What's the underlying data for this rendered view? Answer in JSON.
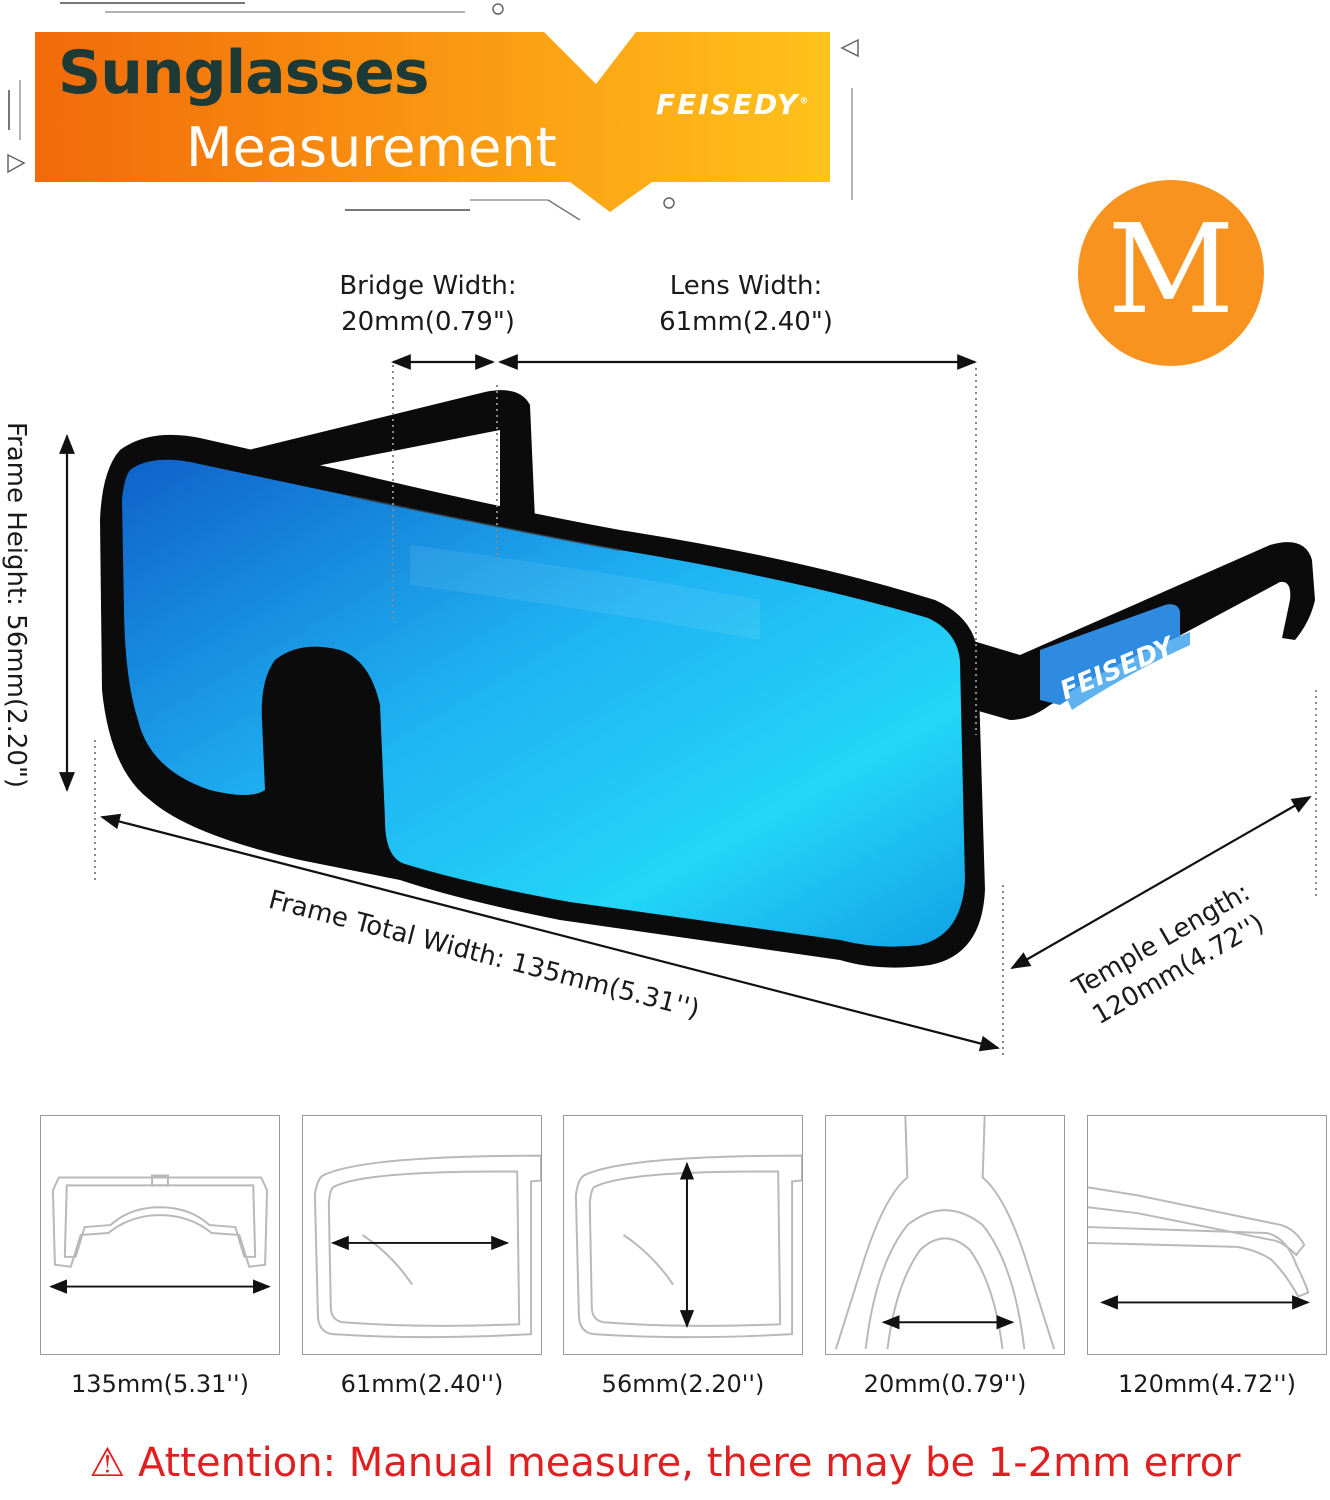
{
  "banner": {
    "title_line1": "Sunglasses",
    "title_line2": "Measurement",
    "brand": "FEISEDY",
    "brand_mark": "®",
    "gradient_start": "#f26a0a",
    "gradient_end": "#ffc21c"
  },
  "size_badge": {
    "letter": "M",
    "color": "#f7931e"
  },
  "measurements": {
    "bridge_width": {
      "label": "Bridge Width:",
      "value": "20mm(0.79\")"
    },
    "lens_width": {
      "label": "Lens Width:",
      "value": "61mm(2.40\")"
    },
    "frame_height": {
      "text": "Frame Height: 56mm(2.20\")"
    },
    "frame_total_width": {
      "text": "Frame Total Width: 135mm(5.31'')"
    },
    "temple_length": {
      "label": "Temple Length:",
      "value": "120mm(4.72'')"
    }
  },
  "product": {
    "temple_brand": "FEISEDY",
    "frame_color": "#0b0b0c",
    "lens_color": "#1aa6f0",
    "accent_color": "#2f8be0"
  },
  "thumbnails": [
    {
      "caption": "135mm(5.31'')",
      "icon": "frame-front-width-icon"
    },
    {
      "caption": "61mm(2.40'')",
      "icon": "lens-width-icon"
    },
    {
      "caption": "56mm(2.20'')",
      "icon": "frame-height-icon"
    },
    {
      "caption": "20mm(0.79'')",
      "icon": "bridge-width-icon"
    },
    {
      "caption": "120mm(4.72'')",
      "icon": "temple-length-icon"
    }
  ],
  "attention": {
    "icon": "warning-icon",
    "text": "⚠ Attention: Manual measure, there may be 1-2mm error",
    "color": "#e02020"
  }
}
